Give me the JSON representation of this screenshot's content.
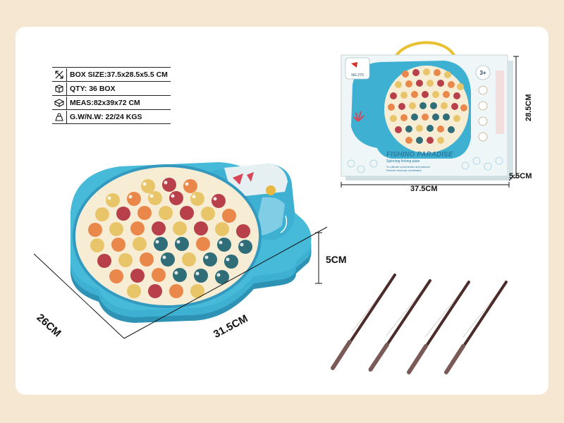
{
  "spec": {
    "box_size": "BOX SIZE:37.5x28.5x5.5 CM",
    "qty": "QTY: 36 BOX",
    "meas": "MEAS:82x39x72 CM",
    "weight": "G.W/N.W: 22/24 KGS",
    "icons": [
      "box-size-icon",
      "qty-icon",
      "meas-icon",
      "weight-icon"
    ]
  },
  "dimensions": {
    "toy_width": "31.5CM",
    "toy_depth": "26CM",
    "toy_height": "5CM",
    "box_width": "37.5CM",
    "box_height": "28.5CM",
    "box_depth": "5.5CM"
  },
  "package": {
    "brand": "NG.270",
    "title": "FISHING PARADISE",
    "subtitle": "Spinning fishing plate",
    "bullet_1": "To cultivate concentration and patience",
    "bullet_2": "Exercise hand-eye coordination",
    "age": "3+"
  },
  "colors": {
    "background_frame": "#f6e7d3",
    "toy_blue": "#3eb1d2",
    "toy_cream": "#f7edd5",
    "fish_orange": "#e9884a",
    "fish_red": "#b8404a",
    "fish_teal": "#2f6d78",
    "fish_yellow": "#e9c56a",
    "rod_brown": "#4b2c2a"
  }
}
